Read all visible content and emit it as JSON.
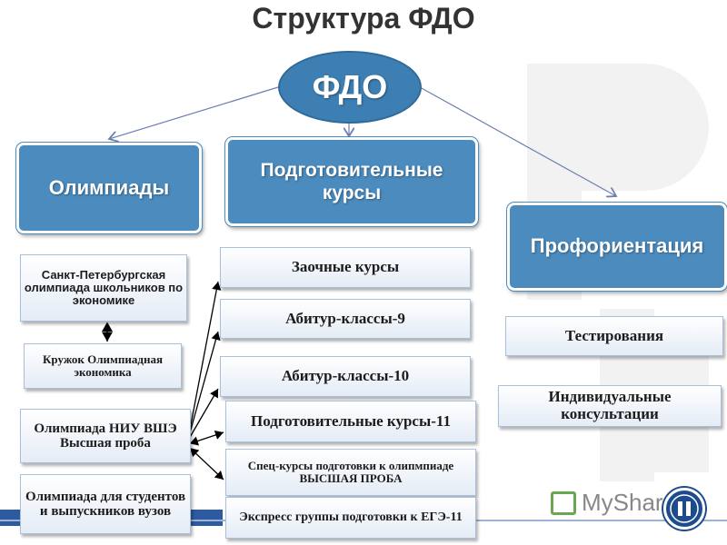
{
  "title": "Структура ФДО",
  "root": "ФДО",
  "categories": {
    "olympiads": "Олимпиады",
    "prep_courses": "Подготовительные курсы",
    "career": "Профориентация"
  },
  "olympiad_items": [
    "Санкт-Петербургская олимпиада школьников по экономике",
    "Кружок Олимпиадная экономика",
    "Олимпиада НИУ ВШЭ Высшая проба",
    "Олимпиада для студентов и выпускников вузов"
  ],
  "prep_items": [
    "Заочные курсы",
    "Абитур-классы-9",
    "Абитур-классы-10",
    "Подготовительные курсы-11",
    "Спец-курсы подготовки к олипмпиаде ВЫСШАЯ ПРОБА",
    "Экспресс группы подготовки к ЕГЭ-11"
  ],
  "career_items": [
    "Тестирования",
    "Индивидуальные консультации"
  ],
  "logo": {
    "name": "MyShared"
  },
  "colors": {
    "category_fill": "#4b8bbe",
    "root_fill": "#3d7fb3",
    "item_border": "#a9bfdc"
  }
}
